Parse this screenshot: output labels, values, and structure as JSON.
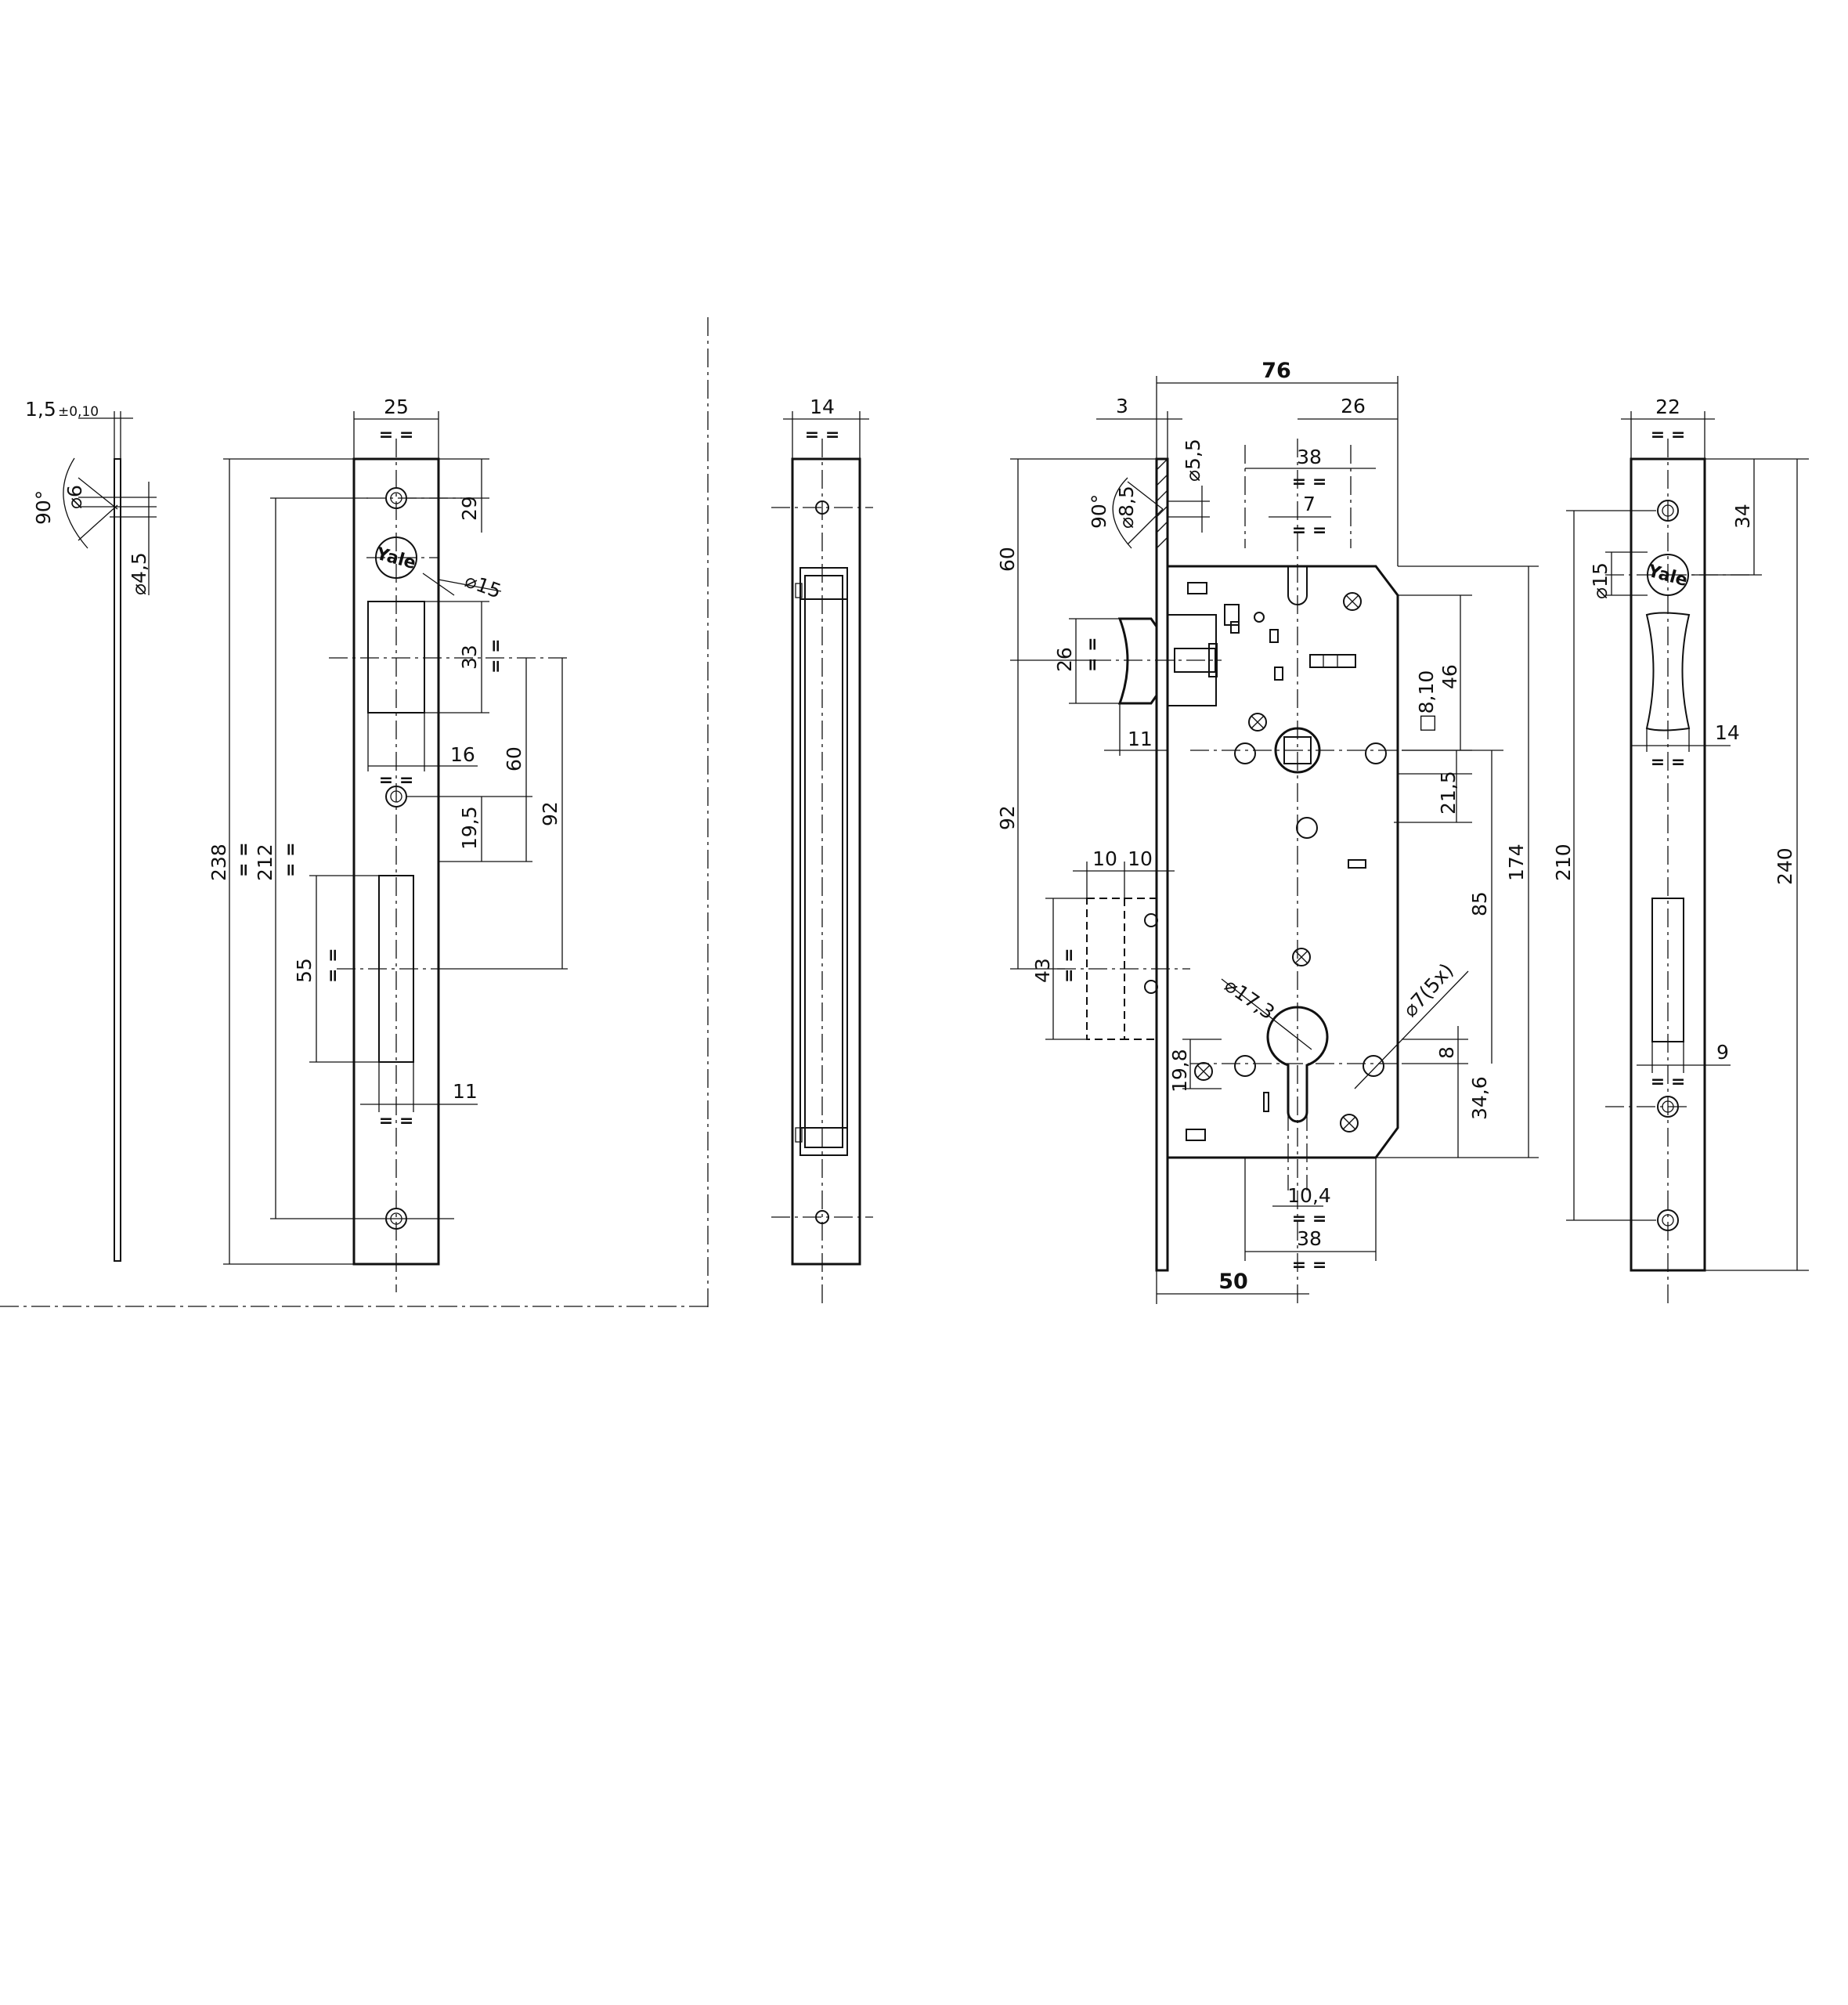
{
  "brand": {
    "logo_text": "Yale"
  },
  "equal_mark": "= =",
  "views": {
    "strike_side": {
      "thickness": "1,5",
      "thickness_tol": "±0,10",
      "countersink_angle": "90°",
      "countersink_dia": "⌀6",
      "hole_dia": "⌀4,5"
    },
    "strike_plate": {
      "width": "25",
      "logo_dia": "⌀15",
      "top_to_hole": "29",
      "latch_slot_h": "33",
      "latch_slot_w": "16",
      "latch_to_mid_hole": "60",
      "latch_to_bolt": "92",
      "mid_hole_to_bolt": "19,5",
      "bolt_slot_h": "55",
      "bolt_slot_w": "11",
      "length_total": "238",
      "hole_distance": "212"
    },
    "faceplate_side": {
      "width": "14"
    },
    "lock_body": {
      "overall_depth": "76",
      "faceplate_thickness": "3",
      "backset_to_back": "26",
      "body_width": "38",
      "slot_width": "7",
      "screw_hole_dia": "⌀5,5",
      "countersink_angle": "90°",
      "countersink_dia": "⌀8,5",
      "top_to_latch": "60",
      "latch_height": "26",
      "latch_projection": "11",
      "latch_to_bolt": "92",
      "bolt_offset_1": "10",
      "bolt_offset_2": "10",
      "bolt_height": "43",
      "body_top_to_follower": "46",
      "follower_square": "□8,10",
      "follower_to_hole": "21,5",
      "follower_to_cylinder": "85",
      "body_height": "174",
      "cylinder_dia": "⌀17,3",
      "screw_holes": "⌀7(5x)",
      "cylinder_offset": "8",
      "cylinder_to_bottom": "34,6",
      "cylinder_profile_h": "19,8",
      "cylinder_slot_w": "10,4",
      "bottom_width": "38",
      "backset": "50"
    },
    "faceplate_front": {
      "width": "22",
      "top_to_logo": "34",
      "logo_dia": "⌀15",
      "latch_slot_w": "14",
      "bolt_slot_w": "9",
      "hole_distance": "210",
      "length_total": "240"
    }
  }
}
